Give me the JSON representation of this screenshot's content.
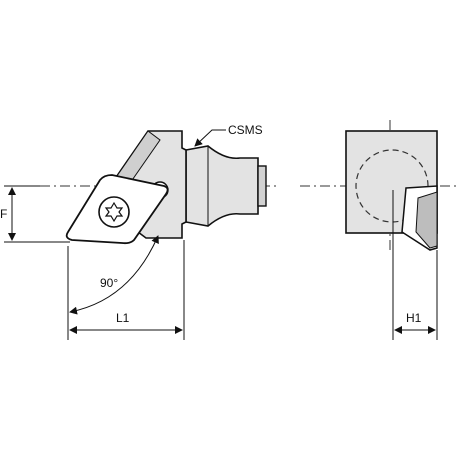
{
  "labels": {
    "csms": "CSMS",
    "f": "F",
    "angle": "90°",
    "l1": "L1",
    "h1": "H1"
  },
  "colors": {
    "body_fill": "#e3e3e3",
    "body_shade": "#c8c8c8",
    "line": "#111111",
    "dash": "#333333"
  }
}
